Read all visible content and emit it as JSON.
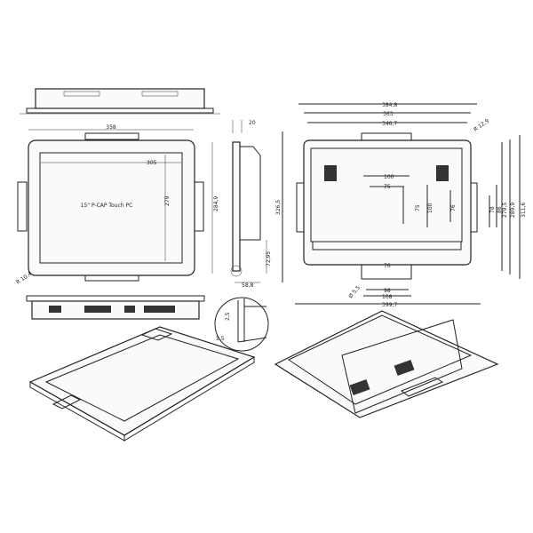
{
  "front_view": {
    "product_label": "15\" P-CAP Touch PC",
    "width_overall": "358",
    "screen_width": "305",
    "screen_height": "279",
    "height_overall": "284,9",
    "corner_radius": "R 10,4"
  },
  "side_view": {
    "depth_front": "20",
    "depth_total": "58,8",
    "height_lower": "72,95"
  },
  "back_view": {
    "width_brackets": "384,8",
    "width_outer": "363",
    "width_inner": "346,7",
    "corner_radius": "R 12,9",
    "vesa_outer": "100",
    "vesa_inner": "75",
    "vesa_inner_v": "75",
    "vesa_outer_v": "100",
    "side_hole_76": "76",
    "side_hole_78": "78",
    "side_hole_86": "86",
    "height_279_5": "279,5",
    "height_289_9": "289,9",
    "height_311_6": "311,6",
    "height_326_5": "326,5",
    "bottom_bracket_76": "76",
    "hole_diameter": "Ø 5,5",
    "bracket_98": "98",
    "bracket_108": "108",
    "total_width": "399,7"
  },
  "detail_view": {
    "dim_a": "2,5",
    "dim_b": "1,5"
  }
}
